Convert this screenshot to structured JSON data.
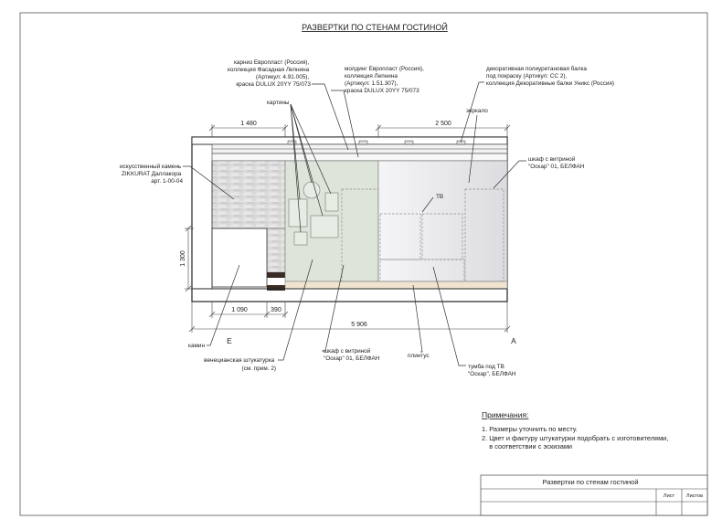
{
  "sheet_title": "РАЗВЕРТКИ ПО СТЕНАМ ГОСТИНОЙ",
  "labels": {
    "cornice": [
      "карниз Европласт (Россия),",
      "коллекция  Фасадная Лепнина",
      "(Артикул: 4.91.005),",
      "краска DULUX 20YY 75/073"
    ],
    "molding": [
      "молдинг  Европласт (Россия),",
      "коллекция  Лепнина",
      "(Артикул: 1.51.307),",
      "краска DULUX 20YY 75/073"
    ],
    "beam": [
      "декоративная  полиуретановая балка",
      "под покраску (Артикул: СС 2),",
      "коллекция  Декоративные балки Уникс (Россия)"
    ],
    "pictures": "картины",
    "mirror": "зеркало",
    "stone": [
      "искусственный камень",
      "ZIKKURAT Даллакора",
      "арт. 1-00-04"
    ],
    "cabinet_right": [
      "шкаф с витриной",
      "\"Оскар\" 01, БЕЛФАН"
    ],
    "tv": "ТВ",
    "fireplace": "камин",
    "plaster": [
      "венецианская штукатурка",
      "(см. прим. 2)"
    ],
    "cabinet_bottom": [
      "шкаф с витриной",
      "\"Оскар\" 01, БЕЛФАН"
    ],
    "plinth": "плинтус",
    "tv_stand": [
      "тумба под ТВ",
      "\"Оскар\", БЕЛФАН"
    ]
  },
  "dimensions": {
    "top_left": "1 480",
    "top_right": "2 500",
    "height": "1 300",
    "bottom_a": "1 090",
    "bottom_b": "390",
    "total": "5 906"
  },
  "marks": {
    "left": "Е",
    "right": "А"
  },
  "notes": {
    "heading": "Примечания:",
    "items": [
      "1. Размеры уточнить по месту.",
      "2. Цвет и фактуру штукатурки подобрать с изготовителями,",
      "    в соответствии с эскизами"
    ]
  },
  "stamp": {
    "title": "Развертки по стенам гостиной",
    "sheet": "Лист",
    "sheets": "Листов"
  },
  "colors": {
    "plaster": "#dde5da",
    "mirror": "#e9e9ec",
    "stone": "#dcdcdc",
    "plinth": "#f0e4d0",
    "dark": "#3a2c24"
  }
}
